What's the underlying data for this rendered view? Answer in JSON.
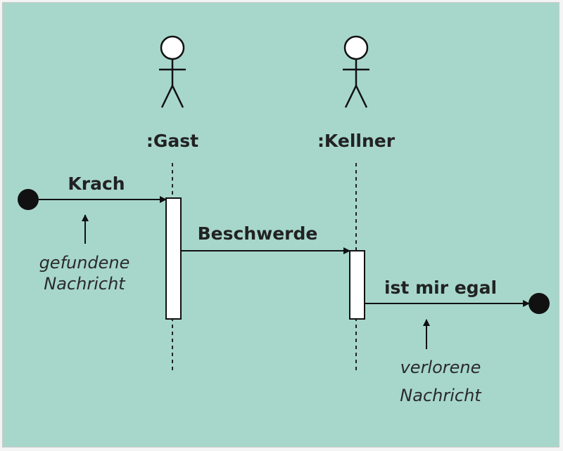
{
  "diagram": {
    "colors": {
      "background": "#a7d7cb",
      "line": "#111111",
      "activation_fill": "#ffffff",
      "endpoint_fill": "#111111"
    },
    "lifelines": [
      {
        "label": ":Gast",
        "icon": "actor-icon"
      },
      {
        "label": ":Kellner",
        "icon": "actor-icon"
      }
    ],
    "messages": [
      {
        "label": "Krach",
        "kind": "found"
      },
      {
        "label": "Beschwerde",
        "kind": "synchronous"
      },
      {
        "label": "ist mir egal",
        "kind": "lost"
      }
    ],
    "annotations": [
      {
        "lines": [
          "gefundene",
          "Nachricht"
        ]
      },
      {
        "lines": [
          "verlorene",
          "Nachricht"
        ]
      }
    ]
  }
}
